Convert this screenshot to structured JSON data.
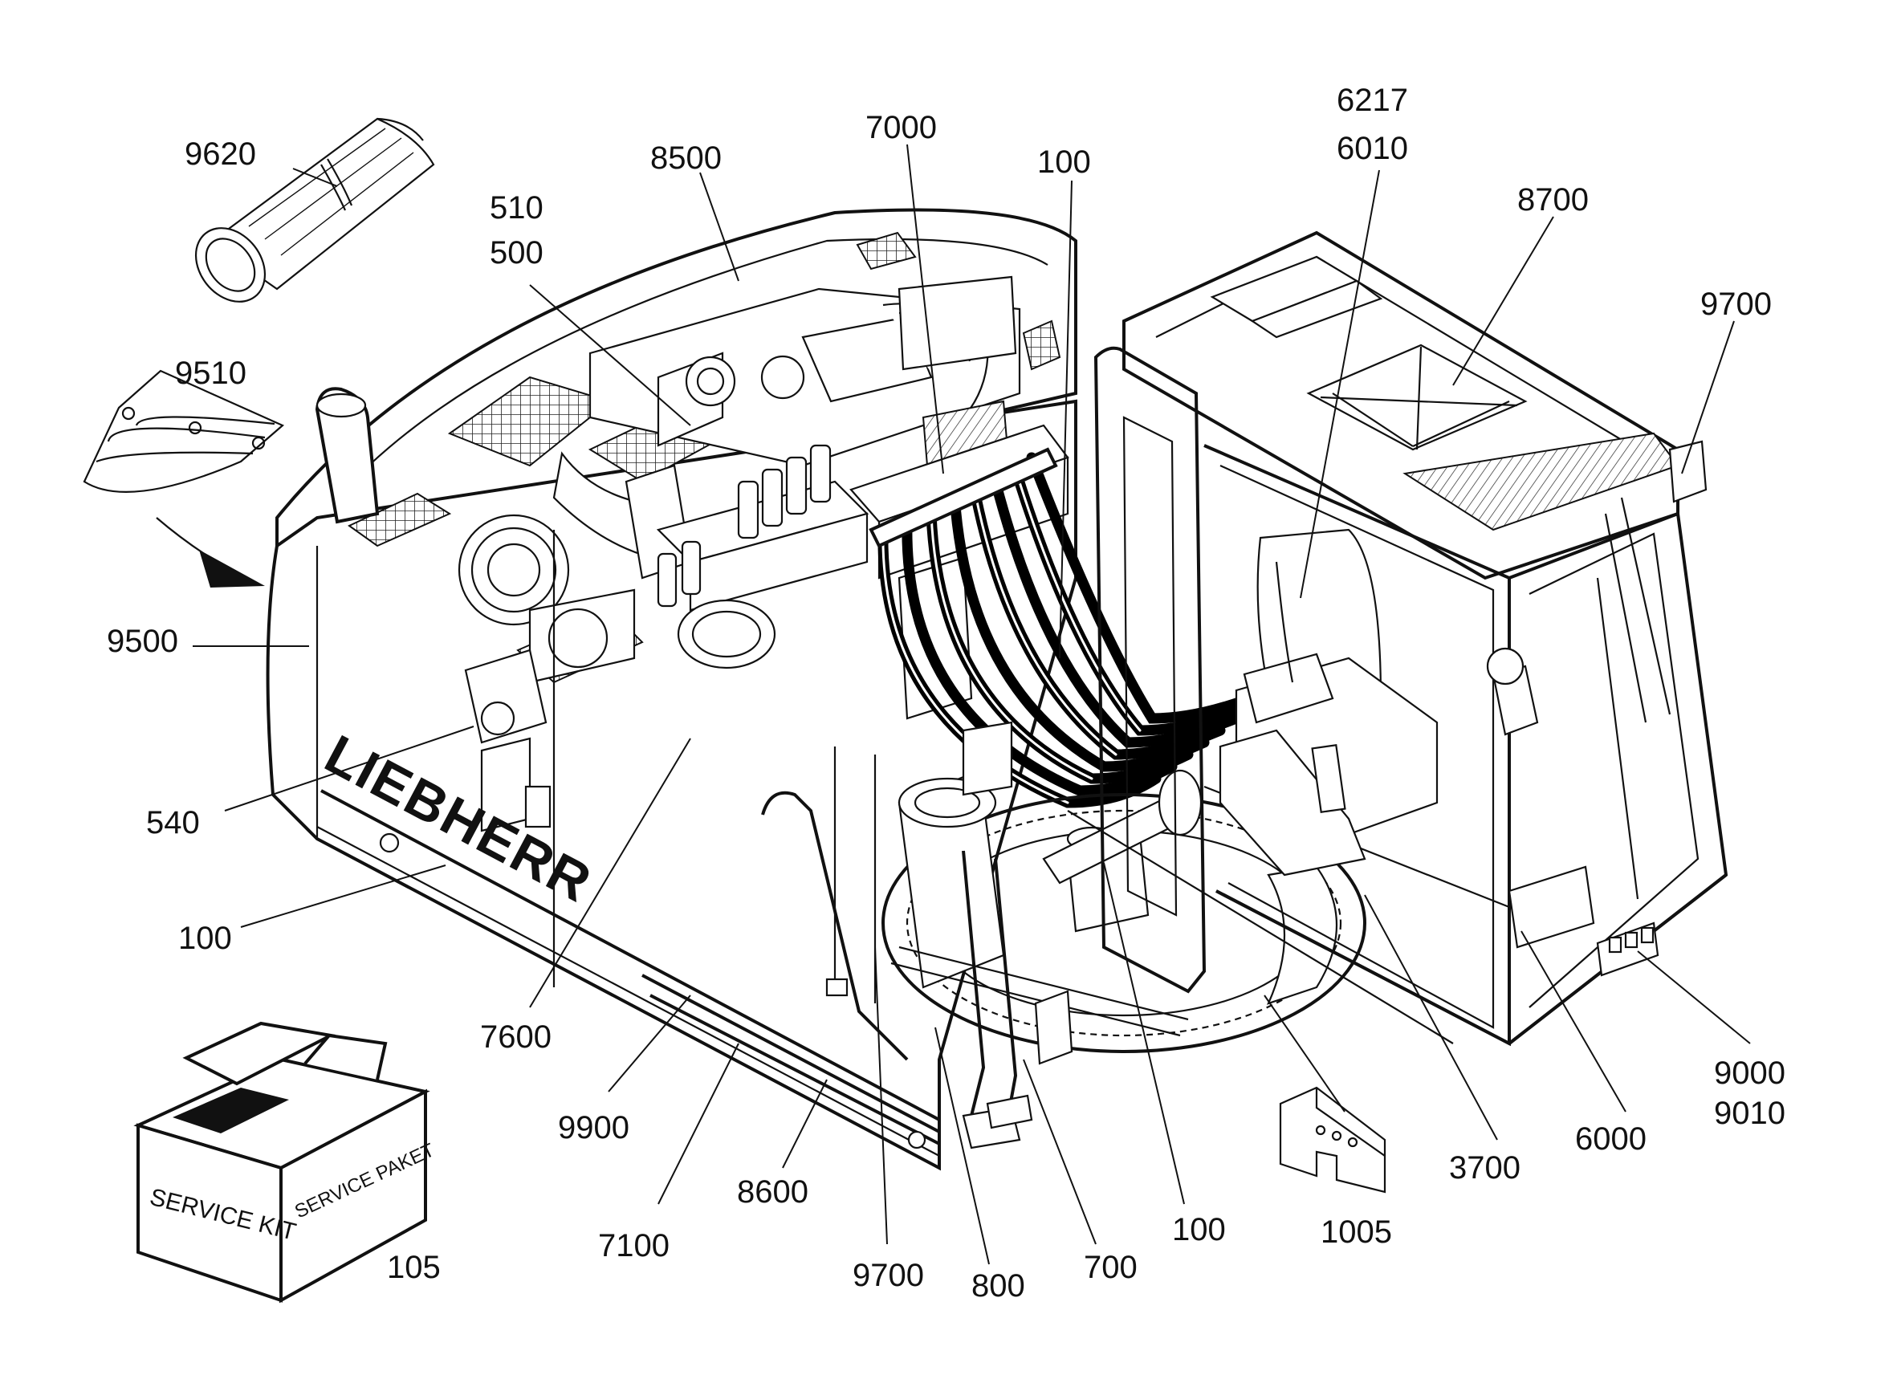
{
  "diagram": {
    "brand_text": "LIEBHERR",
    "box_text_front": "SERVICE KIT",
    "box_text_side": "SERVICE PAKET",
    "callouts": [
      {
        "id": "c9620",
        "text": "9620"
      },
      {
        "id": "c8500",
        "text": "8500"
      },
      {
        "id": "c7000",
        "text": "7000"
      },
      {
        "id": "c100a",
        "text": "100"
      },
      {
        "id": "c6217",
        "text": "6217"
      },
      {
        "id": "c6010",
        "text": "6010"
      },
      {
        "id": "c8700",
        "text": "8700"
      },
      {
        "id": "c9700a",
        "text": "9700"
      },
      {
        "id": "c510",
        "text": "510"
      },
      {
        "id": "c500",
        "text": "500"
      },
      {
        "id": "c9510",
        "text": "9510"
      },
      {
        "id": "c9500",
        "text": "9500"
      },
      {
        "id": "c540",
        "text": "540"
      },
      {
        "id": "c100b",
        "text": "100"
      },
      {
        "id": "c7600",
        "text": "7600"
      },
      {
        "id": "c9900",
        "text": "9900"
      },
      {
        "id": "c7100",
        "text": "7100"
      },
      {
        "id": "c8600",
        "text": "8600"
      },
      {
        "id": "c9700b",
        "text": "9700"
      },
      {
        "id": "c800",
        "text": "800"
      },
      {
        "id": "c700",
        "text": "700"
      },
      {
        "id": "c100c",
        "text": "100"
      },
      {
        "id": "c1005",
        "text": "1005"
      },
      {
        "id": "c3700",
        "text": "3700"
      },
      {
        "id": "c6000",
        "text": "6000"
      },
      {
        "id": "c9000",
        "text": "9000"
      },
      {
        "id": "c9010",
        "text": "9010"
      },
      {
        "id": "c105",
        "text": "105"
      }
    ]
  }
}
